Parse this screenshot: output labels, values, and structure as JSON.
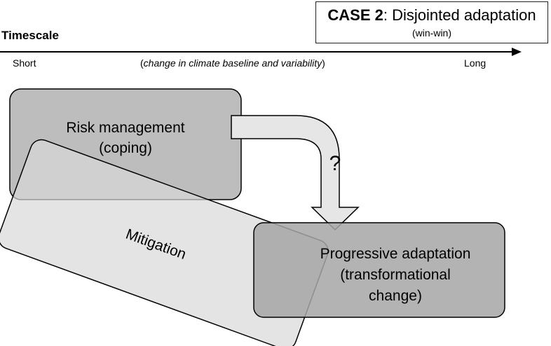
{
  "case": {
    "title_bold": "CASE 2",
    "title_rest": ": Disjointed adaptation",
    "subtitle": "(win-win)"
  },
  "timescale": {
    "label": "Timescale",
    "short": "Short",
    "long": "Long",
    "note_open": "(",
    "note_italic": "change in climate baseline and variability",
    "note_close": ")"
  },
  "boxes": {
    "risk_line1": "Risk management",
    "risk_line2": "(coping)",
    "mitigation": "Mitigation",
    "adapt_line1": "Progressive adaptation",
    "adapt_line2": "(transformational",
    "adapt_line3": "change)"
  },
  "arrow_label": "?",
  "colors": {
    "risk_fill": "#bdbdbd",
    "mitigation_fill": "#d9d9d9",
    "adaptation_fill": "#a6a6a6",
    "arrow_fill": "#e6e6e6",
    "stroke": "#000000"
  }
}
